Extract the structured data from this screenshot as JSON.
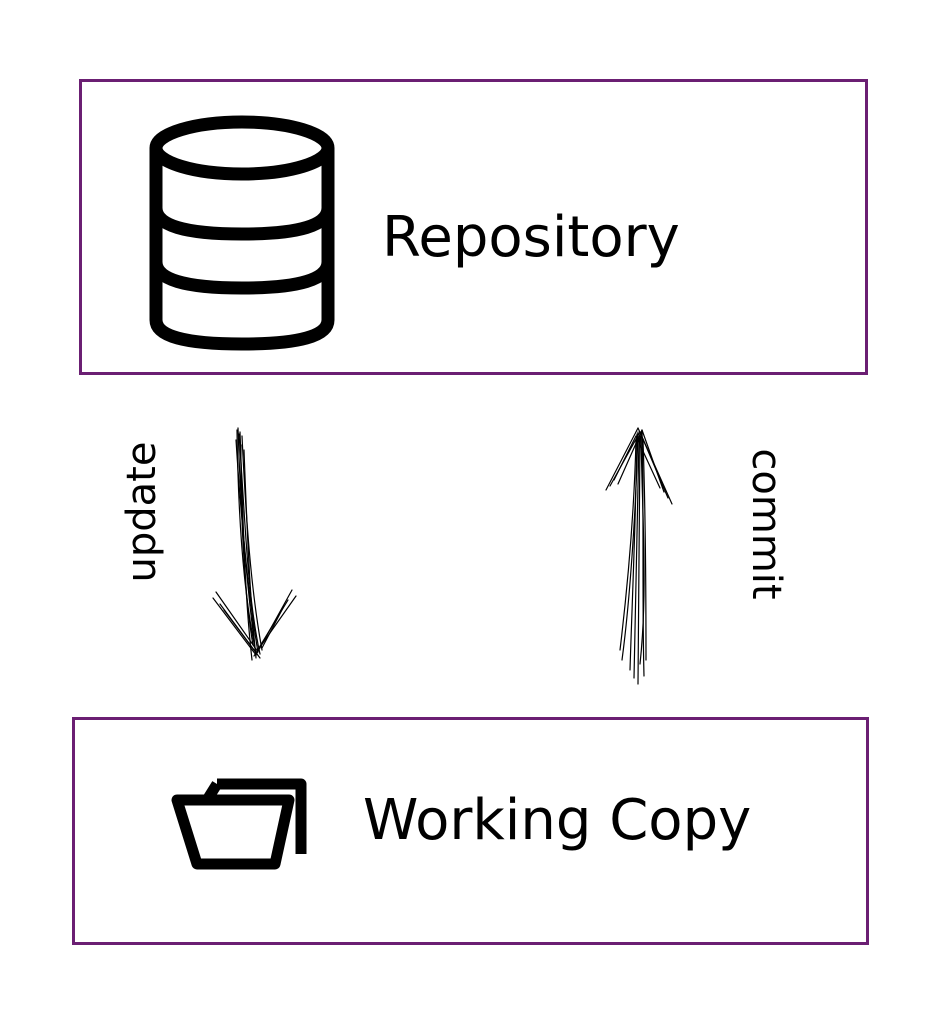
{
  "repository": {
    "label": "Repository",
    "icon": "database-icon"
  },
  "working_copy": {
    "label": "Working Copy",
    "icon": "folder-icon"
  },
  "arrows": {
    "update_label": "update",
    "commit_label": "commit"
  },
  "colors": {
    "box_border": "#6b1f73",
    "stroke": "#000000",
    "background": "#ffffff"
  }
}
